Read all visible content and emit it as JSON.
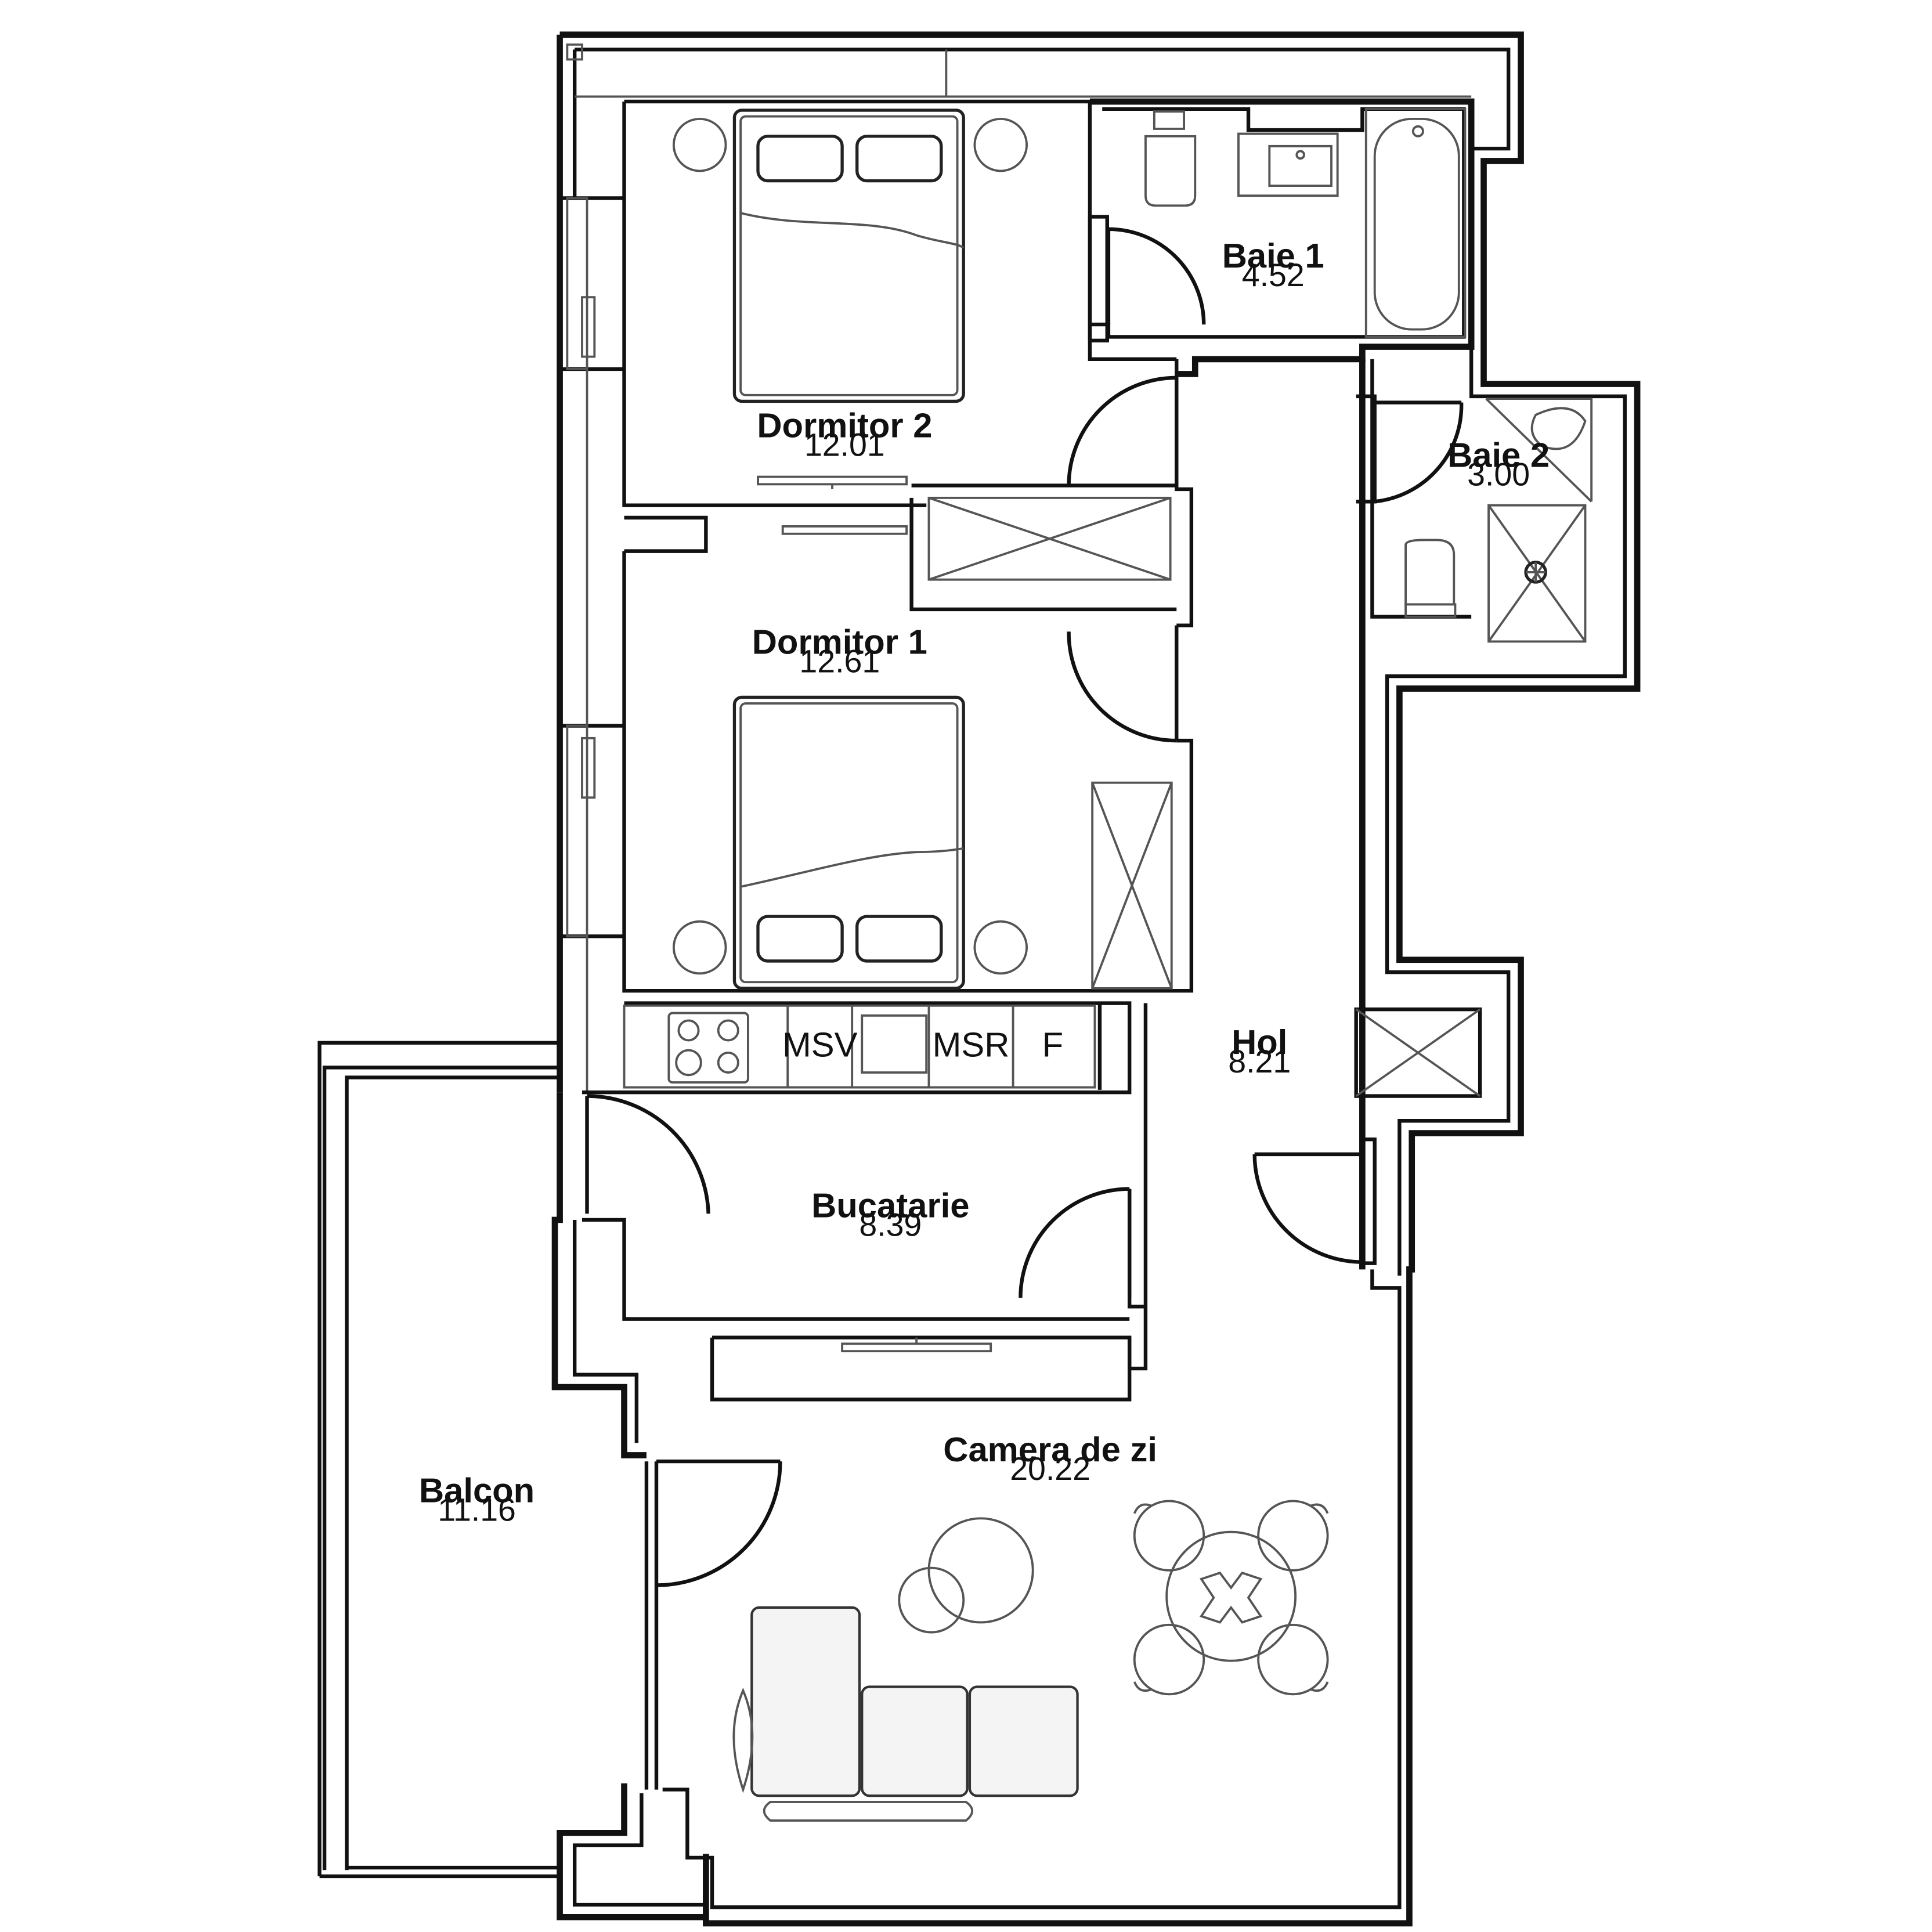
{
  "rooms": {
    "dormitor2": {
      "name": "Dormitor 2",
      "area": "12.01"
    },
    "dormitor1": {
      "name": "Dormitor 1",
      "area": "12.61"
    },
    "baie1": {
      "name": "Baie 1",
      "area": "4.52"
    },
    "baie2": {
      "name": "Baie 2",
      "area": "3.00"
    },
    "hol": {
      "name": "Hol",
      "area": "8.21"
    },
    "bucatarie": {
      "name": "Bucatarie",
      "area": "8.39"
    },
    "camera": {
      "name": "Camera de zi",
      "area": "20.22"
    },
    "balcon": {
      "name": "Balcon",
      "area": "11.16"
    }
  },
  "appliances": {
    "msv": "MSV",
    "msr": "MSR",
    "f": "F"
  },
  "icons": {
    "bed": "double-bed-icon",
    "toilet": "toilet-icon",
    "bathtub": "bathtub-icon",
    "shower": "shower-icon",
    "sink": "sink-icon",
    "cooktop": "cooktop-icon",
    "sofa": "sofa-icon",
    "dining": "dining-table-icon",
    "tv": "tv-icon",
    "wardrobe": "wardrobe-icon"
  }
}
